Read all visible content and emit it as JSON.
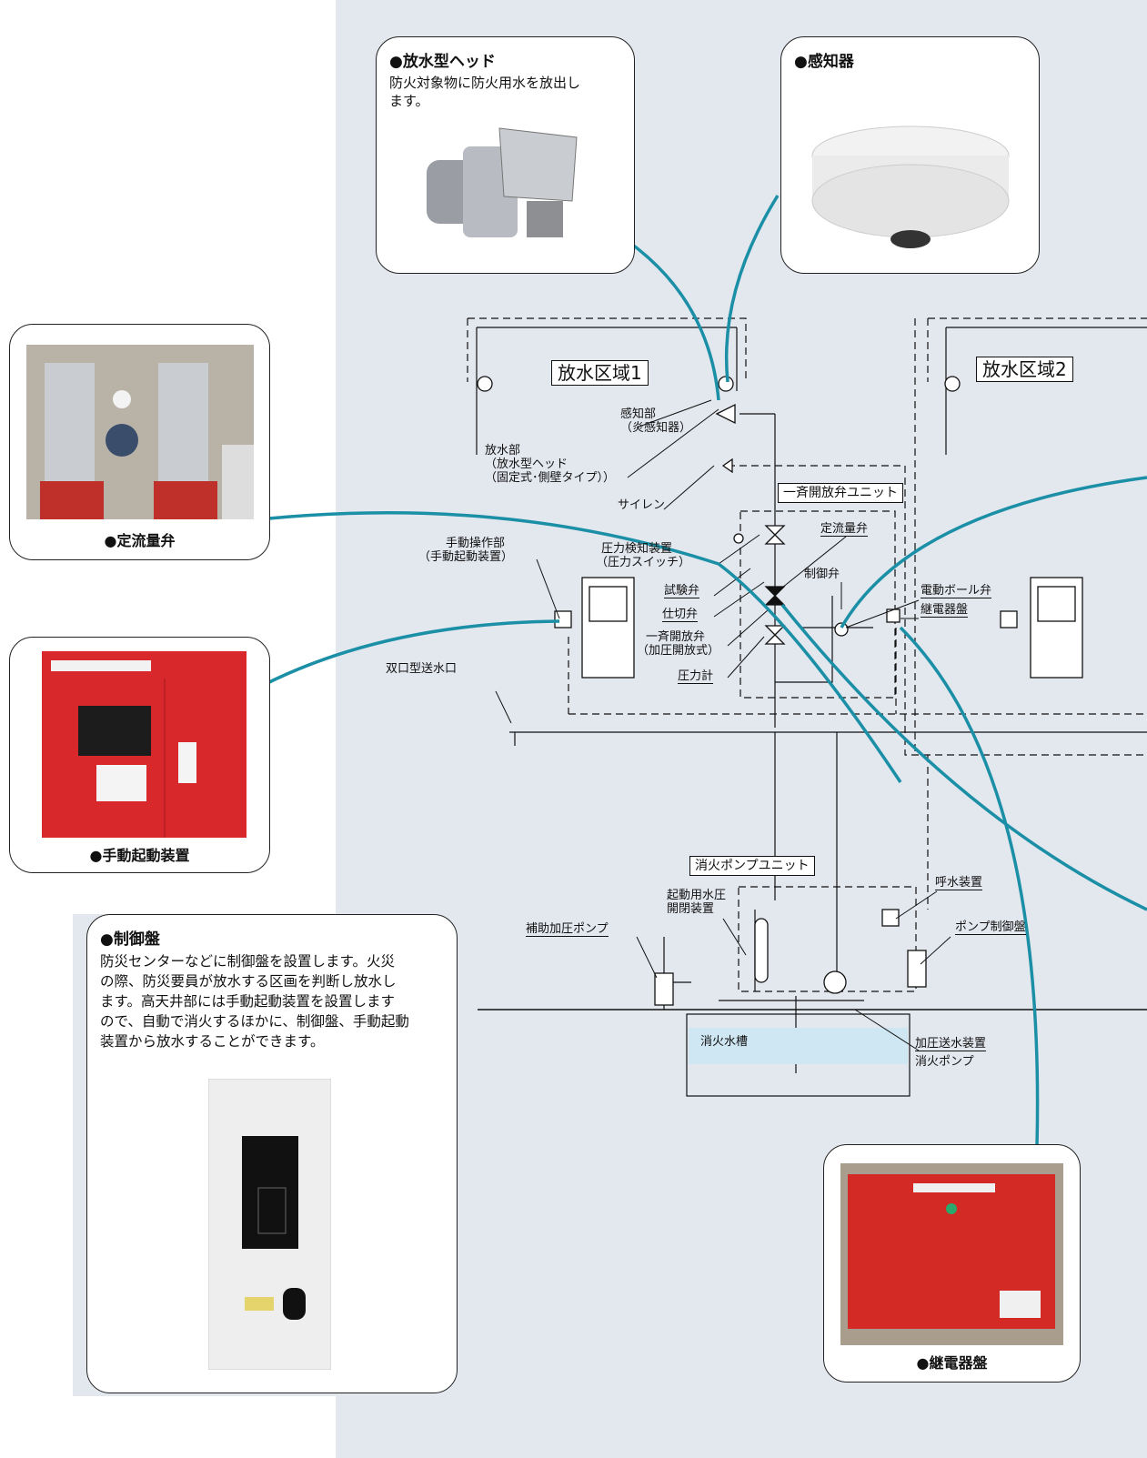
{
  "cards": {
    "head": {
      "title": "●放水型ヘッド",
      "desc_lines": [
        "防火対象物に防火用水を放出し",
        "ます。"
      ]
    },
    "detector": {
      "title": "●感知器"
    },
    "flow_valve": {
      "caption": "●定流量弁"
    },
    "manual_device": {
      "caption": "●手動起動装置"
    },
    "control_panel": {
      "title": "●制御盤",
      "desc_lines": [
        "防災センターなどに制御盤を設置します。火災",
        "の際、防災要員が放水する区画を判断し放水し",
        "ます。高天井部には手動起動装置を設置します",
        "ので、自動で消火するほかに、制御盤、手動起動",
        "装置から放水することができます。"
      ]
    },
    "relay_panel": {
      "caption": "●継電器盤"
    }
  },
  "zones": {
    "zone1": "放水区域1",
    "zone2": "放水区域2"
  },
  "units": {
    "valve_unit": "一斉開放弁ユニット",
    "pump_unit": "消火ポンプユニット"
  },
  "labels": {
    "sensor": [
      "感知部",
      "（炎感知器）"
    ],
    "discharge": [
      "放水部",
      "（放水型ヘッド",
      "（固定式･側壁タイプ））"
    ],
    "siren": "サイレン",
    "manual_op": [
      "手動操作部",
      "（手動起動装置）"
    ],
    "pressure_detect": [
      "圧力検知装置",
      "（圧力スイッチ）"
    ],
    "test_valve": "試験弁",
    "gate_valve": "仕切弁",
    "simul_valve": [
      "一斉開放弁",
      "（加圧開放式）"
    ],
    "pressure_gauge": "圧力計",
    "flow_valve": "定流量弁",
    "control_valve": "制御弁",
    "ball_valve": "電動ボール弁",
    "relay": "継電器盤",
    "twin_inlet": "双口型送水口",
    "aux_pump": "補助加圧ポンプ",
    "start_pressure": [
      "起動用水圧",
      "開閉装置"
    ],
    "priming": "呼水装置",
    "pump_panel": "ポンプ制御盤",
    "tank": "消火水槽",
    "pressurizer": "加圧送水装置",
    "fire_pump": "消火ポンプ"
  },
  "colors": {
    "leader": "#1b8fa6",
    "panel_red": "#d8282c",
    "background": "#e3e7ee"
  }
}
